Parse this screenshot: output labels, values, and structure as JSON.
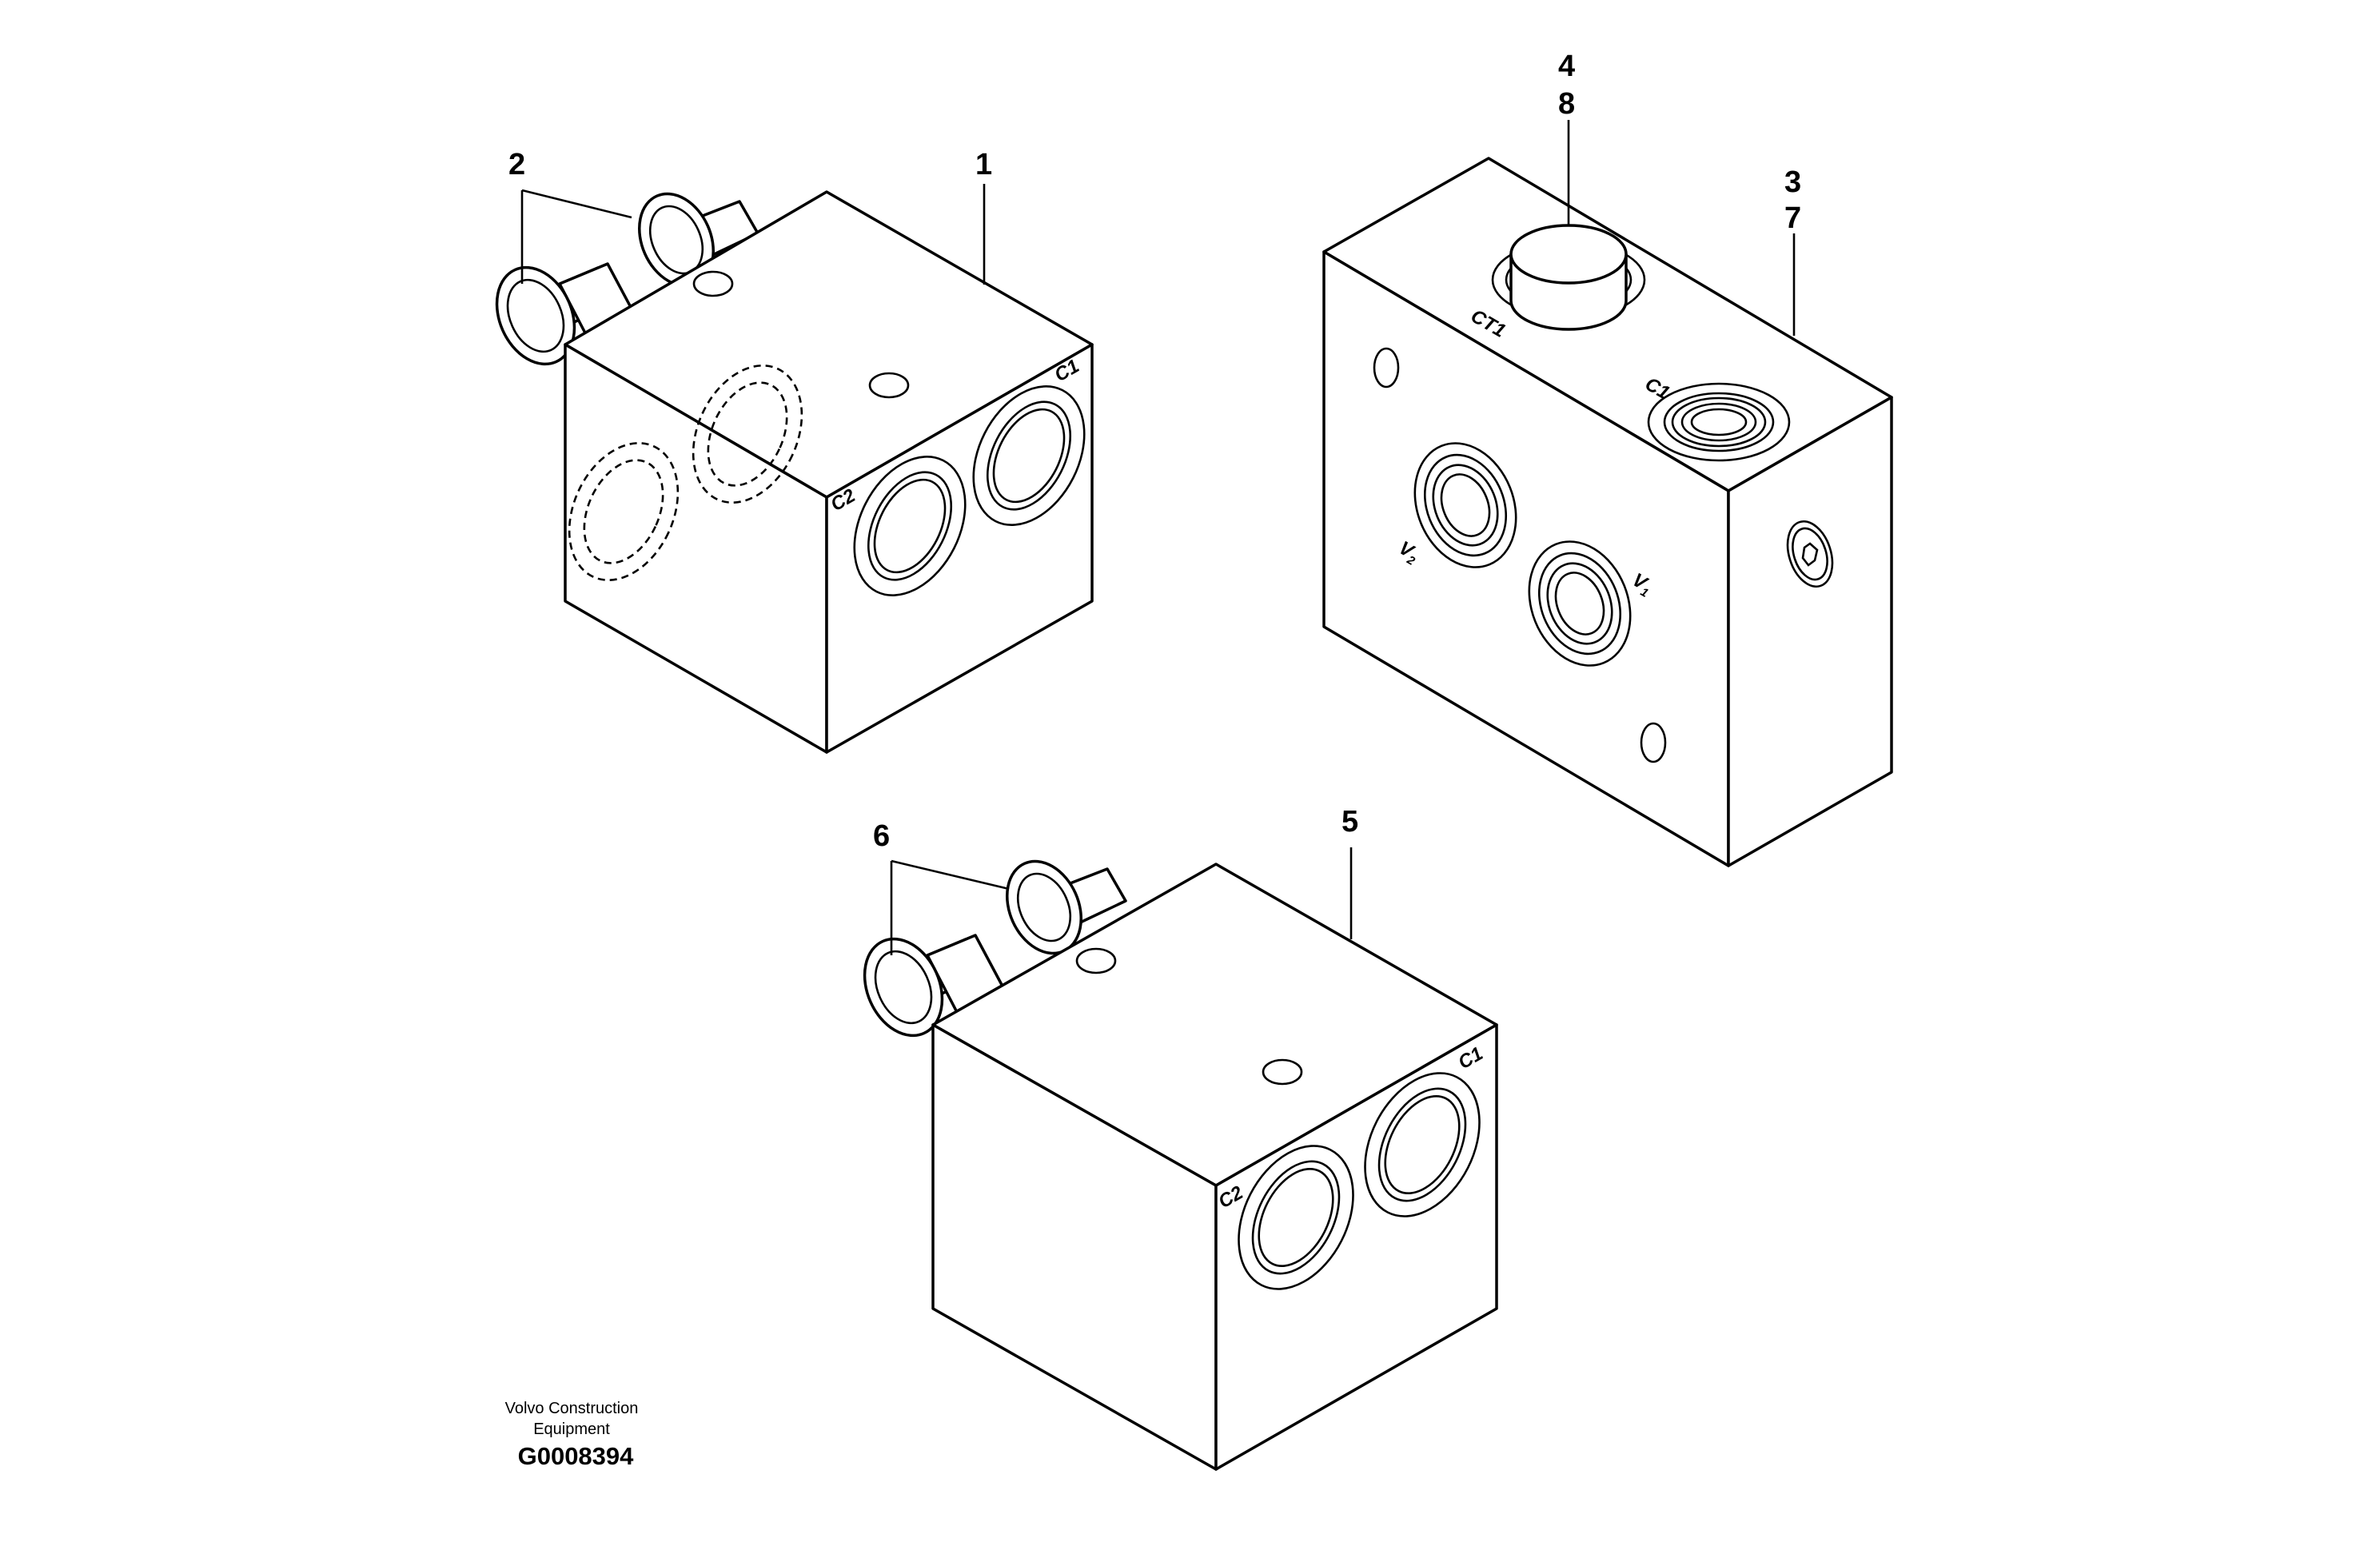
{
  "diagram": {
    "callouts": {
      "block1": "1",
      "fittings1": "2",
      "block3_a": "3",
      "block3_b": "7",
      "plug_a": "4",
      "plug_b": "8",
      "block5": "5",
      "fittings5": "6"
    },
    "ports": {
      "b1_c1": "C1",
      "b1_c2": "C2",
      "b3_ct1": "CT1",
      "b3_c1": "C1",
      "b3_v1": "V",
      "b3_v1_sub": "1",
      "b3_v2": "V",
      "b3_v2_sub": "2",
      "b5_c1": "C1",
      "b5_c2": "C2"
    },
    "footer": {
      "publisher_line1": "Volvo Construction",
      "publisher_line2": "Equipment",
      "code": "G0008394"
    }
  }
}
